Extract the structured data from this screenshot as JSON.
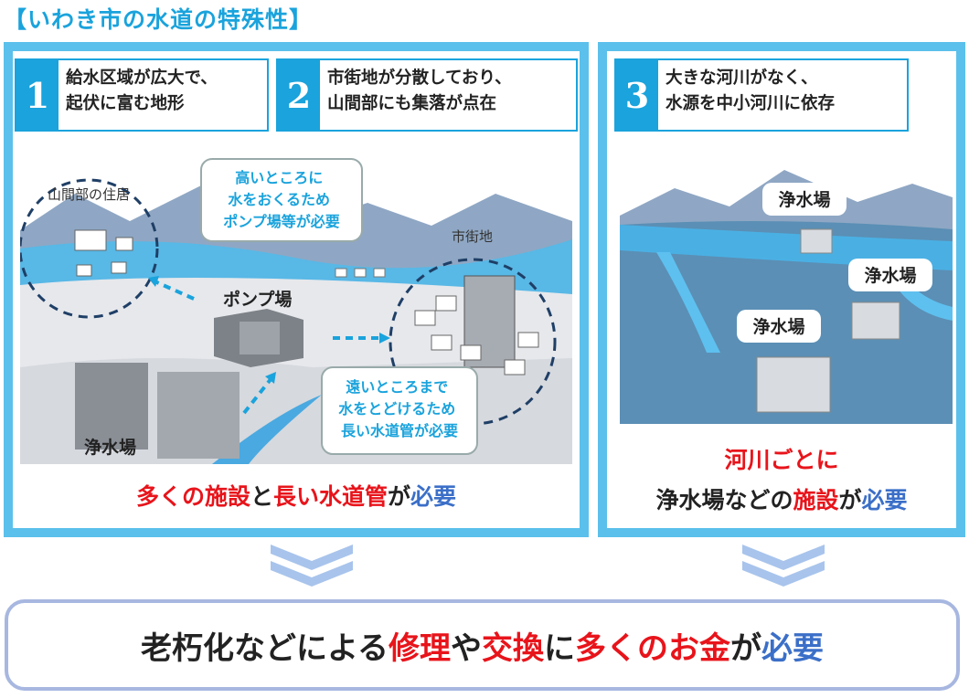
{
  "title": "【いわき市の水道の特殊性】",
  "left_panel": {
    "box1": {
      "number": "1",
      "text": "給水区域が広大で、\n起伏に富む地形"
    },
    "box2": {
      "number": "2",
      "text": "市街地が分散しており、\n山間部にも集落が点在"
    },
    "labels": {
      "mountain_homes": "山間部の住居",
      "callout_high": "高いところに\n水をおくるため\nポンプ場等が必要",
      "city": "市街地",
      "pump": "ポンプ場",
      "callout_far": "遠いところまで\n水をとどけるため\n長い水道管が必要",
      "plant": "浄水場"
    },
    "caption": {
      "p1": "多くの",
      "p2": "施設",
      "p3": "と",
      "p4": "長い水道管",
      "p5": "が",
      "p6": "必要"
    }
  },
  "right_panel": {
    "box3": {
      "number": "3",
      "text": "大きな河川がなく、\n水源を中小河川に依存"
    },
    "labels": {
      "plant1": "浄水場",
      "plant2": "浄水場",
      "plant3": "浄水場"
    },
    "caption": {
      "line1": "河川ごとに",
      "p1": "浄水場などの",
      "p2": "施設",
      "p3": "が",
      "p4": "必要"
    }
  },
  "bottom": {
    "p1": "老朽化などによる",
    "p2": "修理",
    "p3": "や",
    "p4": "交換",
    "p5": "に",
    "p6": "多くのお金",
    "p7": "が",
    "p8": "必要"
  },
  "colors": {
    "accent": "#1aa3dc",
    "red": "#e8141b",
    "blue": "#3b6fc8",
    "panel": "#5bc0eb"
  }
}
